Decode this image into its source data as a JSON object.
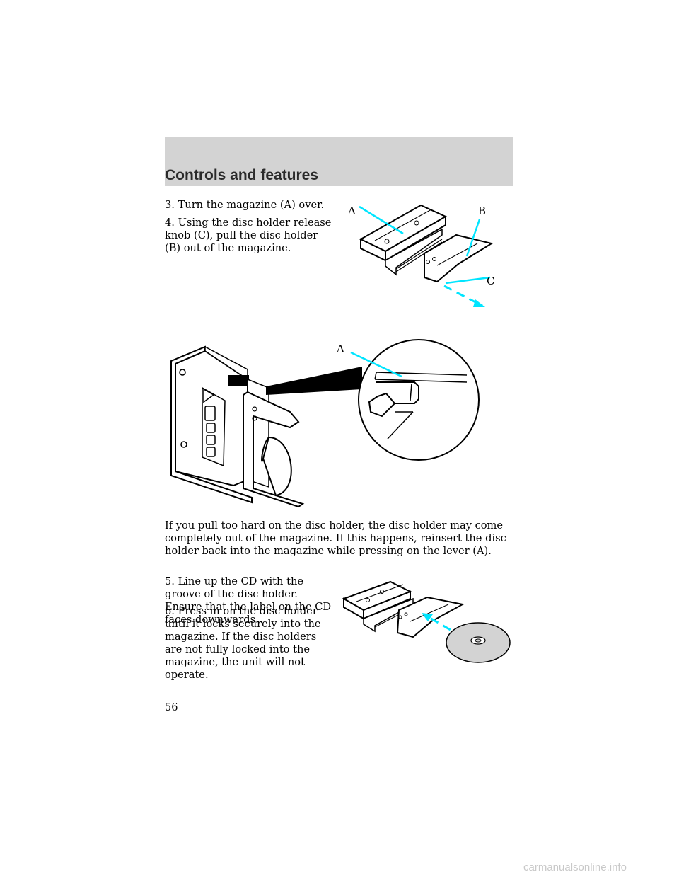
{
  "header": {
    "title": "Controls and features"
  },
  "steps": {
    "step3": "3. Turn the magazine (A) over.",
    "step4": "4. Using the disc holder release knob (C), pull the disc holder (B) out of the magazine.",
    "warning": "If you pull too hard on the disc holder, the disc holder may come completely out of the magazine. If this happens, reinsert the disc holder back into the magazine while pressing on the lever (A).",
    "step5": "5. Line up the CD with the groove of the disc holder. Ensure that the label on the CD faces downwards.",
    "step6": "6. Press in on the disc holder until it locks securely into the magazine. If the disc holders are not fully locked into the magazine, the unit will not operate."
  },
  "figure1": {
    "label_a": "A",
    "label_b": "B",
    "label_c": "C"
  },
  "figure2": {
    "label_a": "A"
  },
  "page_number": "56",
  "footer": {
    "watermark": "carmanualsonline.info"
  },
  "colors": {
    "header_band": "#d3d3d3",
    "callout_line": "#00e5ff"
  }
}
